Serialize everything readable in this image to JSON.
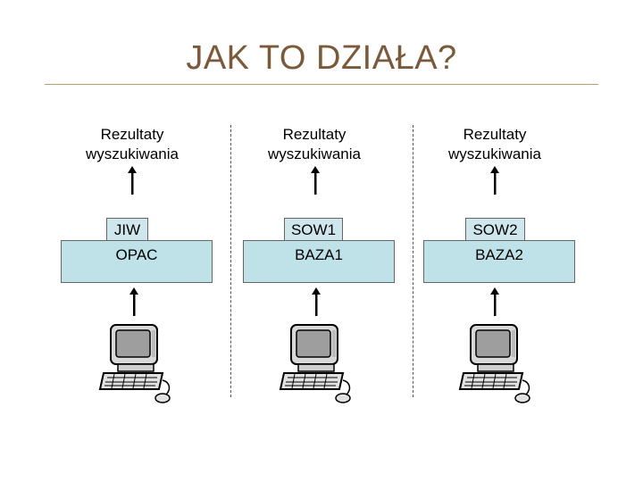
{
  "title": "JAK TO DZIAŁA?",
  "columns": [
    {
      "result_line1": "Rezultaty",
      "result_line2": "wyszukiwania",
      "tag": "JIW",
      "database": "OPAC"
    },
    {
      "result_line1": "Rezultaty",
      "result_line2": "wyszukiwania",
      "tag": "SOW1",
      "database": "BAZA1"
    },
    {
      "result_line1": "Rezultaty",
      "result_line2": "wyszukiwania",
      "tag": "SOW2",
      "database": "BAZA2"
    }
  ],
  "colors": {
    "title": "#7a5a3a",
    "rule": "#b6a16b",
    "box_fill": "#bfe1e8"
  },
  "icons": [
    "up-arrow-icon",
    "computer-icon"
  ]
}
